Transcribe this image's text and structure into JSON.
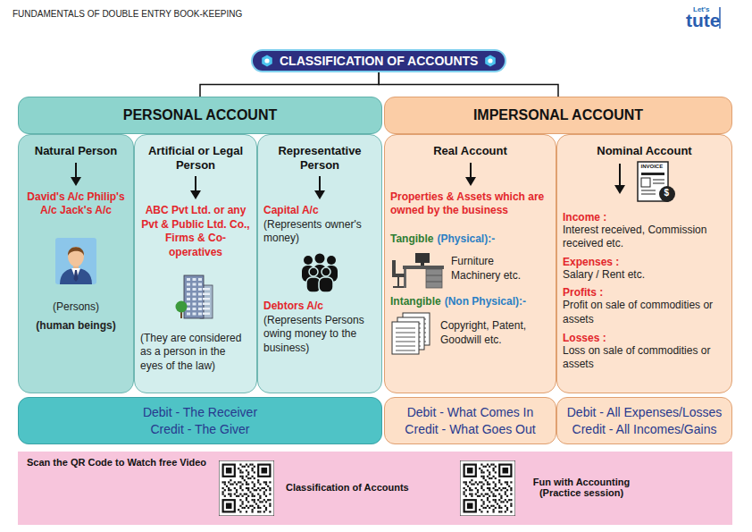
{
  "diagram": {
    "nodes": [
      {
        "text": [
          "CLASSIFICATION OF ACCOUNTS"
        ]
      },
      {
        "text": [
          "PERSONAL ACCOUNT"
        ]
      },
      {
        "text": [
          "Natural Person",
          "David's A/c Philip's A/c Jack's A/c",
          "(Persons)",
          "(human beings)"
        ],
        "in": 1
      },
      {
        "text": [
          "Artificial or Legal Person",
          "ABC Pvt Ltd. or any Pvt & Public Ltd. Co., Firms & Co-operatives",
          "(They are considered as a person in the eyes of the law)"
        ],
        "in": 1
      },
      {
        "text": [
          "Representative Person",
          "Capital A/c",
          "(Represents owner's money)",
          "Debtors A/c",
          "(Represents Persons owing money to the business)"
        ],
        "in": 1
      },
      {
        "text": [
          "Debit - The Receiver",
          "Credit - The Giver"
        ],
        "in": 1
      },
      {
        "text": [
          "IMPERSONAL ACCOUNT"
        ]
      },
      {
        "text": [
          "Real Account",
          "Properties & Assets which are owned by the business",
          "Tangible",
          "(Physical):-",
          "Furniture Machinery etc.",
          "Intangible",
          "(Non Physical):-",
          "Copyright, Patent, Goodwill etc."
        ],
        "in": 6
      },
      {
        "text": [
          "Nominal Account",
          "Income :",
          "Interest received, Commission received etc.",
          "Expenses :",
          "Salary / Rent etc.",
          "Profits :",
          "Profit on sale of commodities or assets",
          "Losses :",
          "Loss on sale of commodities or assets"
        ],
        "in": 6
      },
      {
        "text": [
          "Debit - What Comes In",
          "Credit - What Goes Out"
        ],
        "in": 6
      },
      {
        "text": [
          "Debit - All Expenses/Losses",
          "Credit - All Incomes/Gains"
        ],
        "in": 6
      },
      {
        "text": [
          "Scan the QR Code to Watch free Video",
          "Classification of Accounts",
          "Fun with Accounting (Practice session)"
        ]
      }
    ],
    "edges": [
      {
        "from": 0,
        "to": 1,
        "arrow": "none"
      },
      {
        "from": 0,
        "to": 6,
        "arrow": "none"
      }
    ],
    "labels": [
      "FUNDAMENTALS OF DOUBLE ENTRY BOOK-KEEPING",
      "Let's",
      "tute",
      "INVOICE",
      "$"
    ]
  }
}
